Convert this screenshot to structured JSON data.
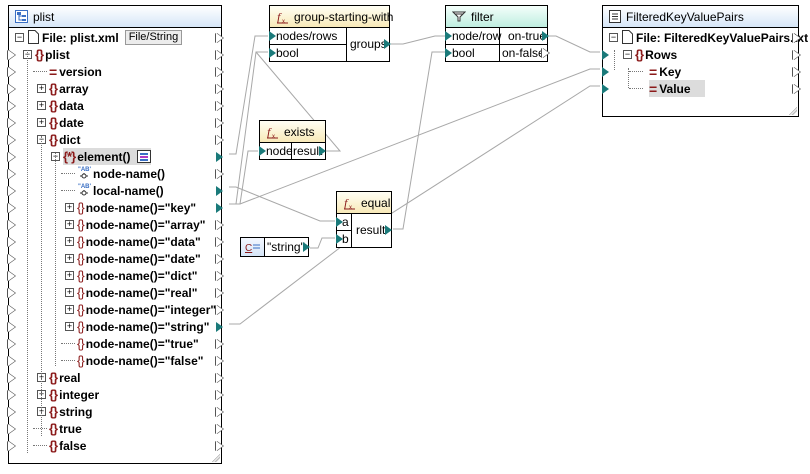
{
  "source": {
    "title": "plist",
    "file_label": "File: plist.xml",
    "file_button": "File/String",
    "tree": [
      {
        "label": "plist",
        "kind": "element",
        "expanded": true
      },
      {
        "label": "version",
        "kind": "attribute"
      },
      {
        "label": "array",
        "kind": "element",
        "expanded": false
      },
      {
        "label": "data",
        "kind": "element",
        "expanded": false
      },
      {
        "label": "date",
        "kind": "element",
        "expanded": false
      },
      {
        "label": "dict",
        "kind": "element",
        "expanded": true
      },
      {
        "label": "element()",
        "kind": "wildcard",
        "expanded": true
      },
      {
        "label": "node-name()",
        "kind": "function-node"
      },
      {
        "label": "local-name()",
        "kind": "function-node"
      },
      {
        "label": "node-name()=\"key\"",
        "kind": "element-filter",
        "expanded": false
      },
      {
        "label": "node-name()=\"array\"",
        "kind": "element-filter",
        "expanded": false
      },
      {
        "label": "node-name()=\"data\"",
        "kind": "element-filter",
        "expanded": false
      },
      {
        "label": "node-name()=\"date\"",
        "kind": "element-filter",
        "expanded": false
      },
      {
        "label": "node-name()=\"dict\"",
        "kind": "element-filter",
        "expanded": false
      },
      {
        "label": "node-name()=\"real\"",
        "kind": "element-filter",
        "expanded": false
      },
      {
        "label": "node-name()=\"integer\"",
        "kind": "element-filter",
        "expanded": false
      },
      {
        "label": "node-name()=\"string\"",
        "kind": "element-filter",
        "expanded": false
      },
      {
        "label": "node-name()=\"true\"",
        "kind": "element-filter"
      },
      {
        "label": "node-name()=\"false\"",
        "kind": "element-filter"
      },
      {
        "label": "real",
        "kind": "element",
        "expanded": false
      },
      {
        "label": "integer",
        "kind": "element",
        "expanded": false
      },
      {
        "label": "string",
        "kind": "element",
        "expanded": false
      },
      {
        "label": "true",
        "kind": "element"
      },
      {
        "label": "false",
        "kind": "element"
      }
    ]
  },
  "group_starting_with": {
    "title": "group-starting-with",
    "inputs": [
      "nodes/rows",
      "bool"
    ],
    "output": "groups"
  },
  "filter": {
    "title": "filter",
    "inputs": [
      "node/row",
      "bool"
    ],
    "outputs": [
      "on-true",
      "on-false"
    ]
  },
  "exists": {
    "title": "exists",
    "input": "node",
    "output": "result"
  },
  "equal": {
    "title": "equal",
    "inputs": [
      "a",
      "b"
    ],
    "output": "result"
  },
  "constant": {
    "value": "\"string\""
  },
  "target": {
    "title": "FilteredKeyValuePairs",
    "file_label": "File: FilteredKeyValuePairs.txt",
    "tree": [
      {
        "label": "Rows",
        "kind": "element",
        "expanded": true
      },
      {
        "label": "Key",
        "kind": "attribute"
      },
      {
        "label": "Value",
        "kind": "attribute",
        "selected": true
      }
    ]
  },
  "colors": {
    "connector_filled": "#1a7a7a",
    "element_icon": "#8b1a1a",
    "wire": "#a8a8a8"
  }
}
